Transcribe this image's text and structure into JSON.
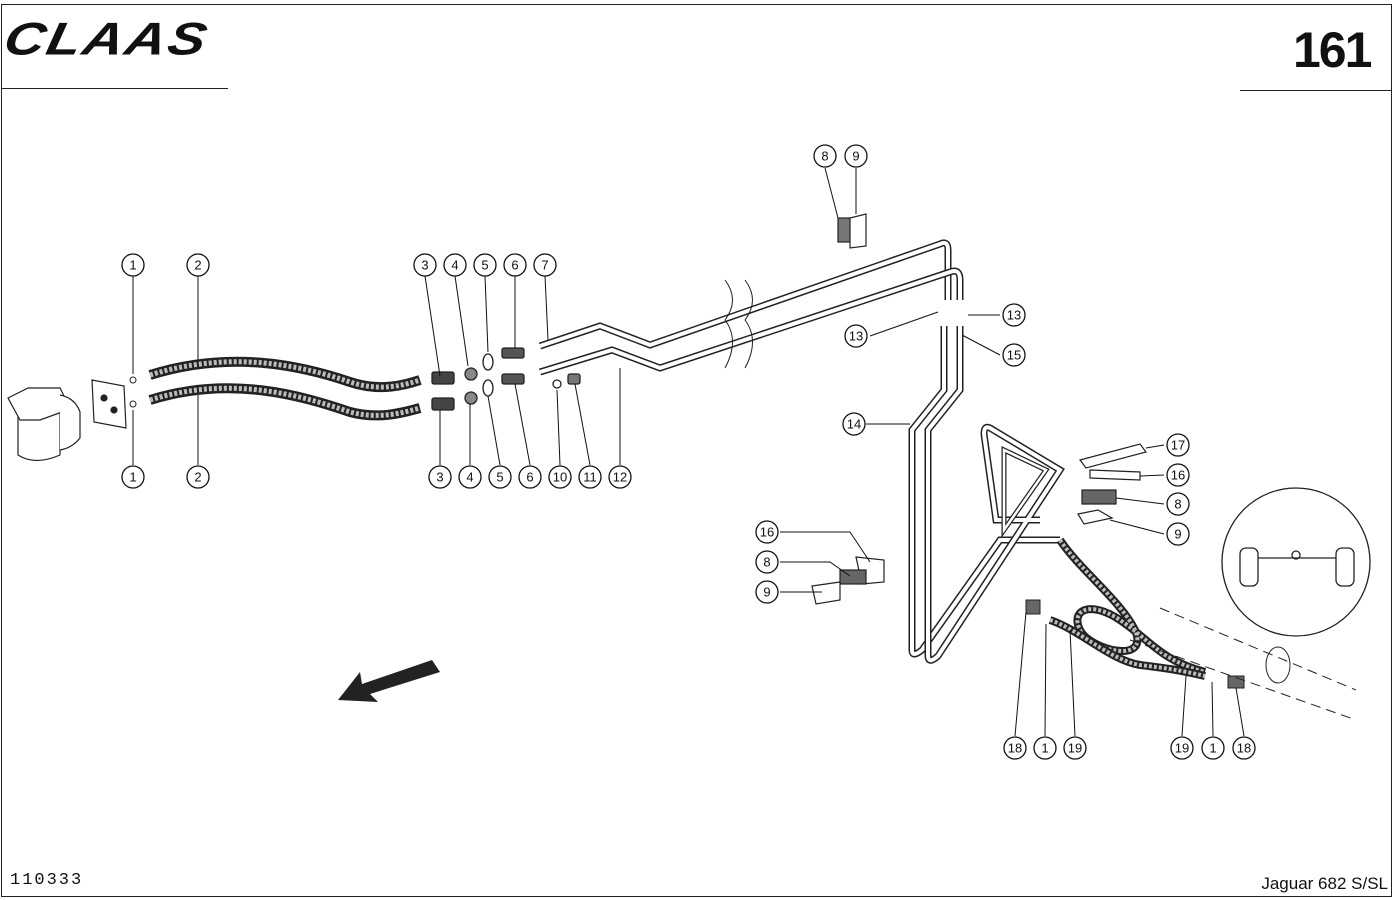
{
  "header": {
    "brand": "CLAAS",
    "page_number": "161"
  },
  "footer": {
    "drawing_number": "110333",
    "model": "Jaguar 682 S/SL"
  },
  "callouts": [
    "1",
    "2",
    "3",
    "4",
    "5",
    "6",
    "7",
    "8",
    "9",
    "10",
    "11",
    "12",
    "13",
    "14",
    "15",
    "16",
    "17",
    "18",
    "19"
  ]
}
